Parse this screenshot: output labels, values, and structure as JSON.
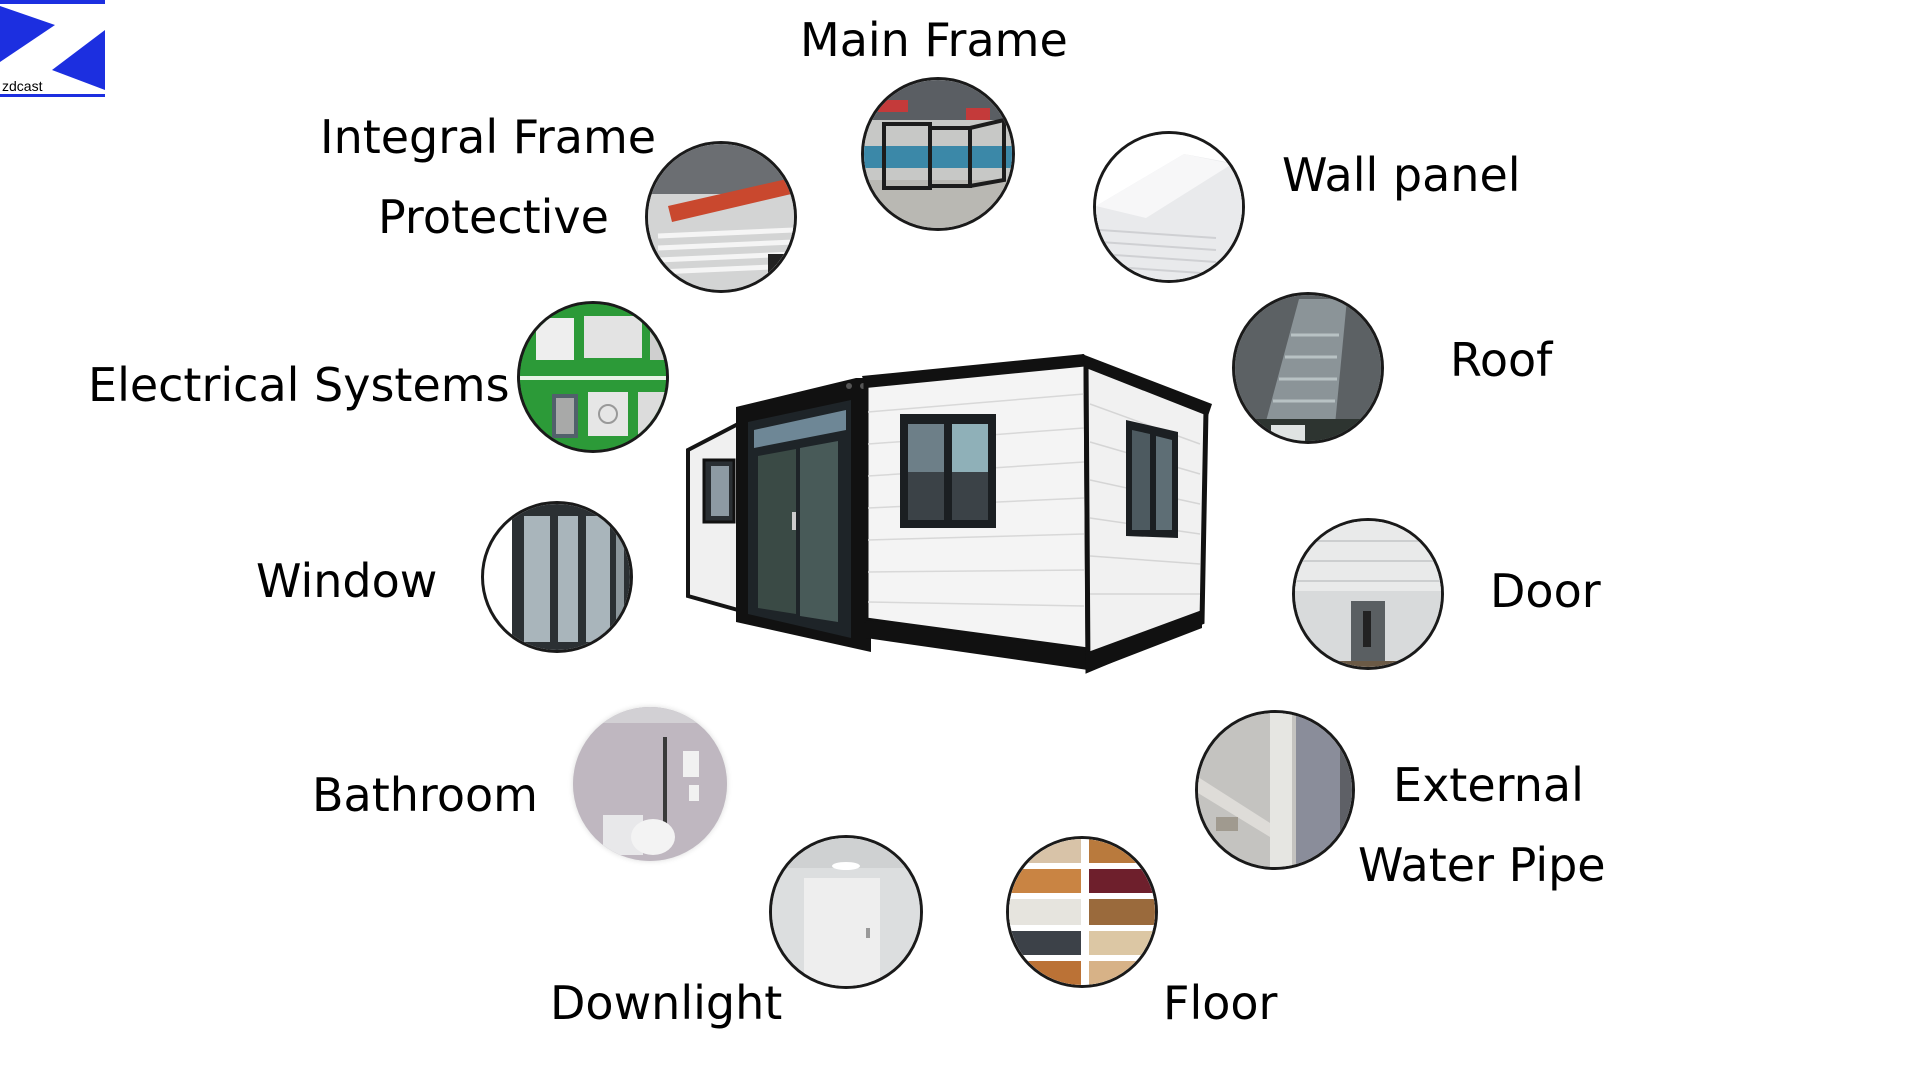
{
  "logo": {
    "brand": "zdcast",
    "color": "#1c2fe0"
  },
  "center_image": {
    "subject": "expandable-container-house",
    "wall_color": "#f1f1f1",
    "frame_color": "#141414"
  },
  "components": [
    {
      "id": "main-frame",
      "lines": [
        "Main Frame"
      ],
      "icon": "steel-frame-photo"
    },
    {
      "id": "integral-frame-protective",
      "lines": [
        "Integral Frame",
        "Protective"
      ],
      "icon": "factory-crane-photo"
    },
    {
      "id": "wall-panel",
      "lines": [
        "Wall panel"
      ],
      "icon": "sandwich-panel-photo"
    },
    {
      "id": "electrical-systems",
      "lines": [
        "Electrical Systems"
      ],
      "icon": "sockets-switches-photo"
    },
    {
      "id": "roof",
      "lines": [
        "Roof"
      ],
      "icon": "roof-photo"
    },
    {
      "id": "window",
      "lines": [
        "Window"
      ],
      "icon": "window-frame-photo"
    },
    {
      "id": "door",
      "lines": [
        "Door"
      ],
      "icon": "interior-door-photo"
    },
    {
      "id": "bathroom",
      "lines": [
        "Bathroom"
      ],
      "icon": "bathroom-photo"
    },
    {
      "id": "external-water-pipe",
      "lines": [
        "External",
        "Water Pipe"
      ],
      "icon": "water-pipe-photo"
    },
    {
      "id": "downlight",
      "lines": [
        "Downlight"
      ],
      "icon": "ceiling-light-photo"
    },
    {
      "id": "floor",
      "lines": [
        "Floor"
      ],
      "icon": "floor-samples-photo"
    }
  ],
  "floor_swatches": {
    "left": [
      "#d8c3a8",
      "#c98443",
      "#e6e4de",
      "#3c4148",
      "#bb7236"
    ],
    "right": [
      "#b97a3d",
      "#6e1f2c",
      "#9a6a3c",
      "#dcc7a4",
      "#d7b287"
    ]
  }
}
